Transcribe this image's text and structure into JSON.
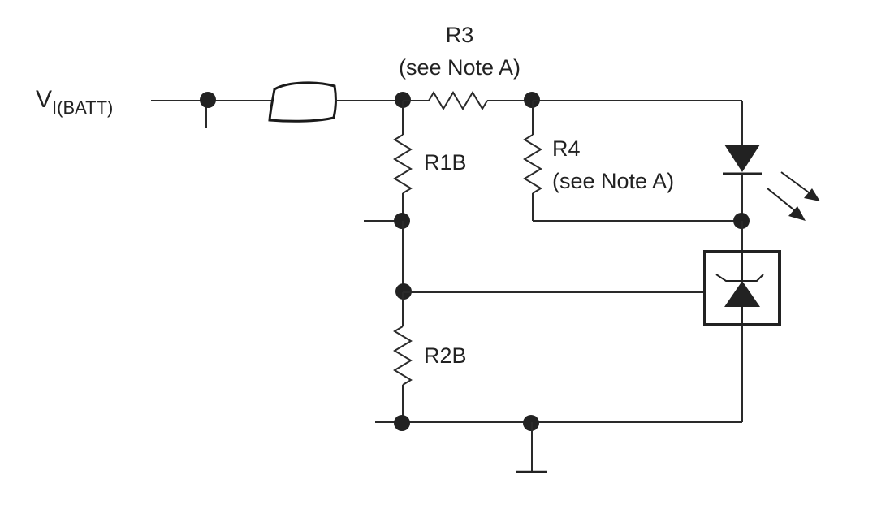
{
  "diagram": {
    "input_label": {
      "main": "V",
      "sub": "I(BATT)"
    },
    "components": {
      "r3": {
        "name": "R3",
        "note": "(see Note A)"
      },
      "r4": {
        "name": "R4",
        "note": "(see Note A)"
      },
      "r1b": {
        "name": "R1B"
      },
      "r2b": {
        "name": "R2B"
      },
      "led": {
        "icon": "led-icon"
      },
      "regulator": {
        "icon": "shunt-regulator-icon"
      },
      "switch": {
        "icon": "hand-drawn-switch-icon"
      },
      "ground": {
        "icon": "ground-icon"
      }
    },
    "colors": {
      "line": "#2a2a2a",
      "background": "#ffffff"
    }
  }
}
